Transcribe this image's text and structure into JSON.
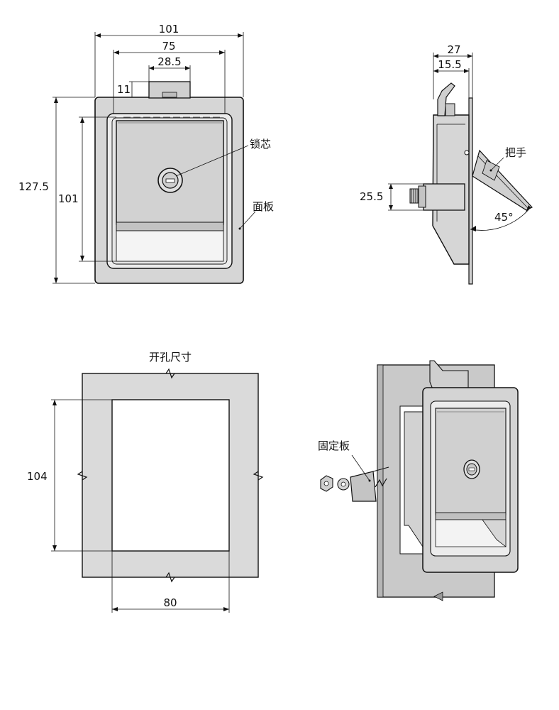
{
  "front_view": {
    "dim_overall_width": "101",
    "dim_inner_width": "75",
    "dim_handle_width": "28.5",
    "dim_top_offset": "11",
    "dim_overall_height": "127.5",
    "dim_inner_height": "101",
    "label_lock_core": "锁芯",
    "label_panel": "面板"
  },
  "side_view": {
    "dim_depth": "27",
    "dim_depth_inner": "15.5",
    "dim_cylinder_height": "25.5",
    "label_handle": "把手",
    "angle": "45°"
  },
  "cutout_view": {
    "title": "开孔尺寸",
    "dim_height": "104",
    "dim_width": "80"
  },
  "iso_view": {
    "label_fixing_plate": "固定板"
  },
  "colors": {
    "body_fill": "#d4d4d4",
    "inner_fill": "#dcdcdc",
    "line": "#111111",
    "panel_gray": "#c8c8c8"
  }
}
